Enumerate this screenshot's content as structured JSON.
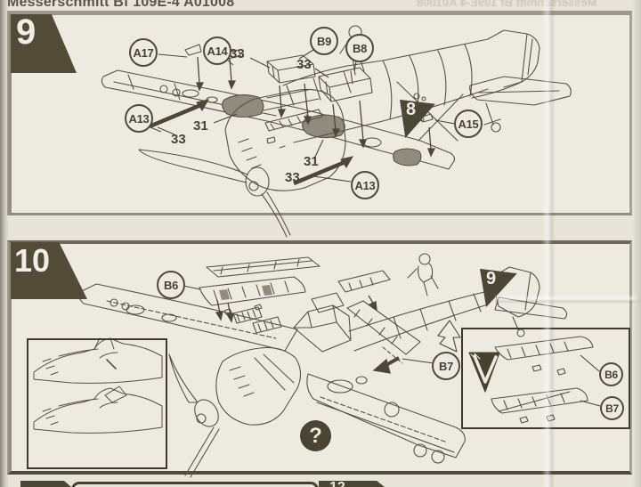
{
  "sheet": {
    "title": "Messerschmitt Bf 109E-4 A01008",
    "title_showthrough": "Messerschmitt Bf 109E-4 A01008"
  },
  "colors": {
    "paper": "#e7e4d9",
    "panel_background": "#edebe1",
    "ink_dark": "#4c4636",
    "line_art": "#56524a",
    "border_gray": "#9c998c"
  },
  "step9": {
    "number": "9",
    "cross_ref_step": "8",
    "callouts": [
      {
        "label": "A17"
      },
      {
        "label": "A14"
      },
      {
        "label": "B9"
      },
      {
        "label": "B8"
      },
      {
        "label": "A13"
      },
      {
        "label": "A15"
      },
      {
        "label": "A13"
      }
    ],
    "part_numbers": [
      {
        "label": "33"
      },
      {
        "label": "33"
      },
      {
        "label": "31"
      },
      {
        "label": "33"
      },
      {
        "label": "31"
      },
      {
        "label": "33"
      }
    ]
  },
  "step10": {
    "number": "10",
    "cross_ref_step": "9",
    "callouts": [
      {
        "label": "B6"
      },
      {
        "label": "B7"
      }
    ],
    "inset_callouts": [
      {
        "label": "B6"
      },
      {
        "label": "B7"
      }
    ],
    "option_marker": "?"
  },
  "next_row": {
    "partial_step_number": "12"
  }
}
